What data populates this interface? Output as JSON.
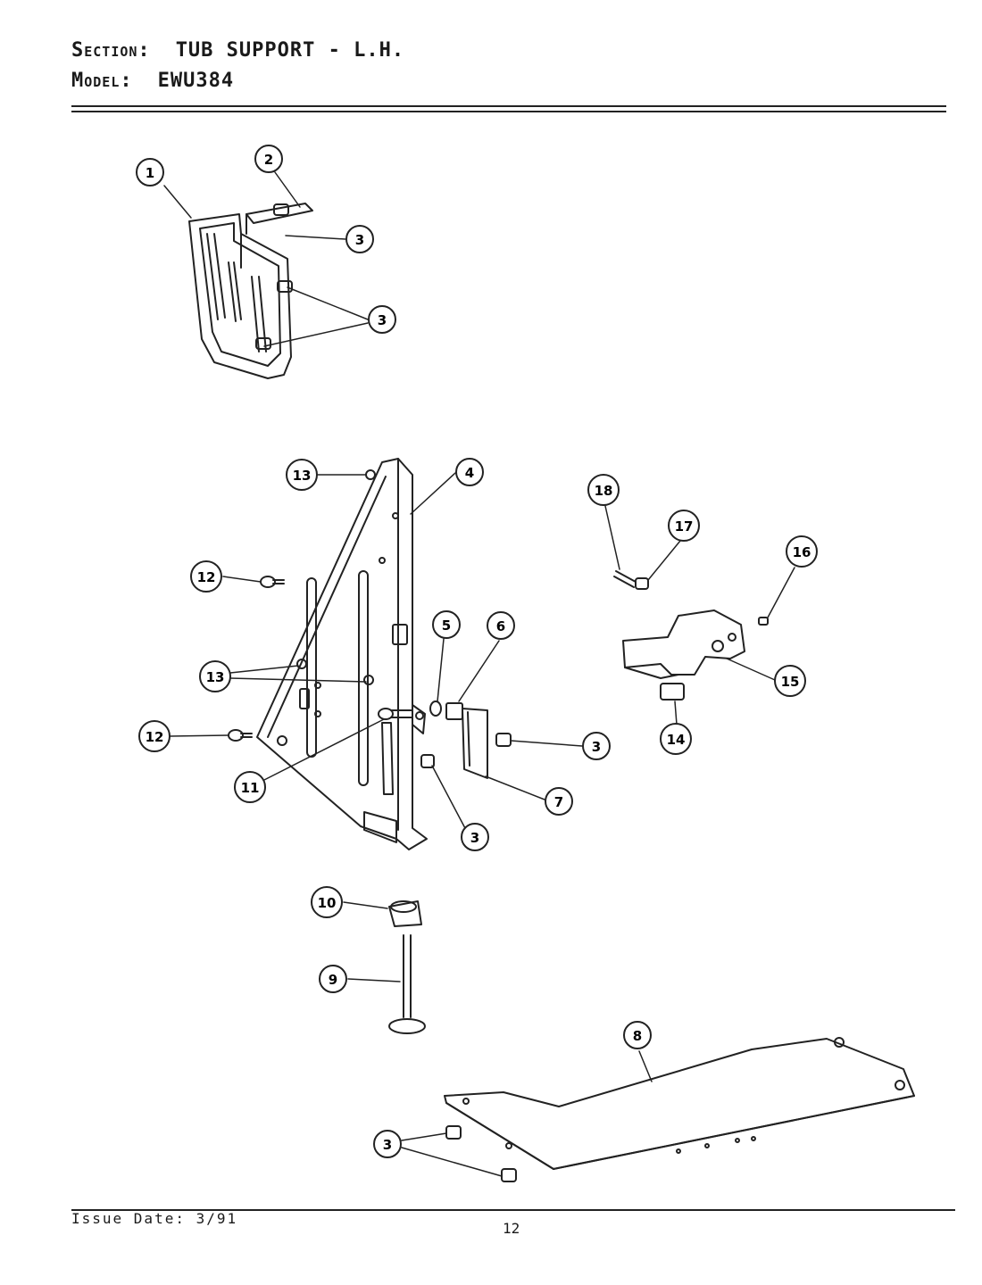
{
  "header": {
    "section_label": "Section:",
    "section_value": "TUB SUPPORT - L.H.",
    "model_label": "Model:",
    "model_value": "EWU384"
  },
  "callouts": [
    "1",
    "2",
    "3",
    "3",
    "13",
    "4",
    "12",
    "13",
    "5",
    "6",
    "12",
    "3",
    "11",
    "7",
    "3",
    "10",
    "9",
    "8",
    "3",
    "18",
    "17",
    "16",
    "15",
    "14"
  ],
  "footer": {
    "issue_date": "Issue Date: 3/91",
    "page_number": "12"
  }
}
